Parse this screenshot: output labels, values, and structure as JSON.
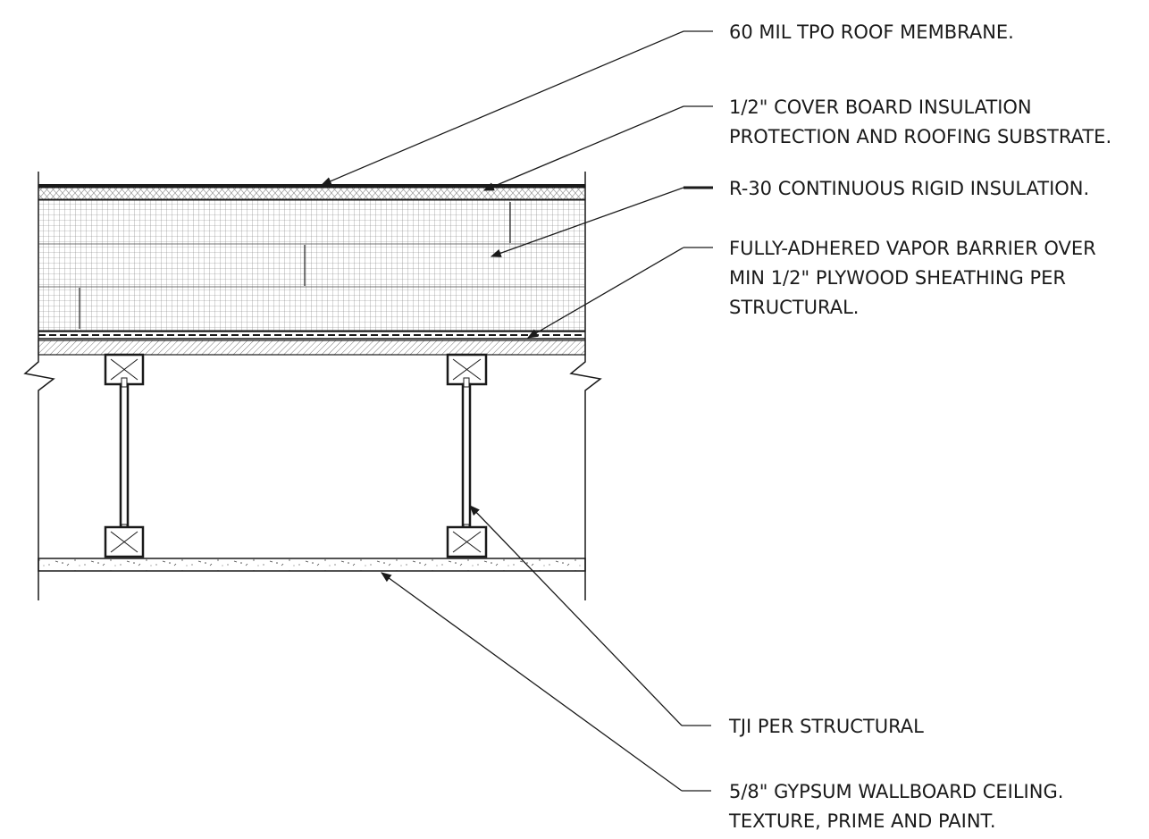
{
  "notes": {
    "membrane": [
      "60 MIL TPO ROOF MEMBRANE."
    ],
    "cover_board": [
      "1/2\" COVER BOARD INSULATION",
      "PROTECTION AND ROOFING SUBSTRATE."
    ],
    "rigid_insulation": [
      "R-30 CONTINUOUS RIGID INSULATION."
    ],
    "vapor_barrier": [
      "FULLY-ADHERED VAPOR BARRIER OVER",
      "MIN 1/2\"  PLYWOOD SHEATHING PER",
      "STRUCTURAL."
    ],
    "tji": [
      "TJI PER STRUCTURAL"
    ],
    "gypsum": [
      "5/8\" GYPSUM WALLBOARD CEILING.",
      "TEXTURE, PRIME AND PAINT."
    ]
  },
  "colors": {
    "linework": "#1a1a1a",
    "background": "#ffffff"
  }
}
